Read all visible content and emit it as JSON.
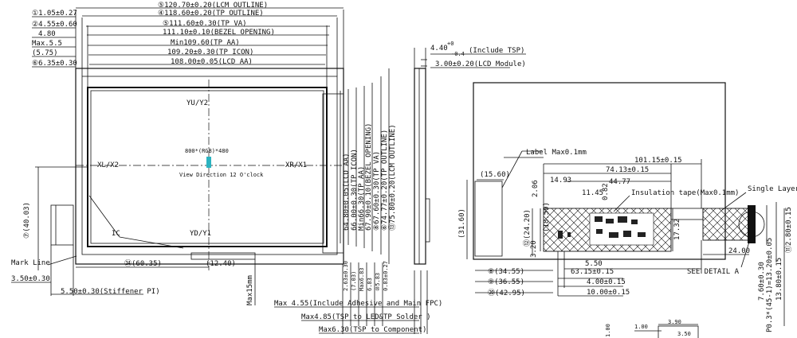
{
  "left_view": {
    "top_dims": [
      "①1.05±0.27",
      "②4.55±0.60",
      "4.80",
      "Max.5.5",
      "(5.75)",
      "⑥6.35±0.30"
    ],
    "top_widths": [
      "⑤120.70±0.20(LCM OUTLINE)",
      "④118.60±0.20(TP OUTLINE)",
      "⑤111.60±0.30(TP VA)",
      "111.10±0.10(BEZEL OPENING)",
      "Min109.60(TP AA)",
      "109.20±0.30(TP ICON)",
      "108.00±0.05(LCD AA)"
    ],
    "center": {
      "top": "YU/Y2",
      "bottom": "YD/Y1",
      "left": "XL/X2",
      "right": "XR/X1",
      "resolution": "800*(RGB)*480",
      "view": "View Direction 12 O'clock"
    },
    "labels": {
      "ic": "IC",
      "mark_line": "Mark Line",
      "dim_3_50": "3.50±0.30",
      "stiffener": "5.50±0.30(Stiffener PI)",
      "dim_60_35": "㉔(60.35)",
      "dim_12_40": "(12.40)",
      "max_15mm": "Max15mm",
      "dim_40_03": "⑦(40.03)"
    },
    "right_dims": [
      "64.80±0.05(LCD AA)",
      "66.00±0.30(TP ICON)",
      "Min66.30(TP AA)",
      "67.90±0.10(BEZEL OPENING)",
      "⑧67.60±0.30(TP VA)",
      "⑥74.77±0.20(TP OUTLINE)",
      "⑬75.80±0.20(LCM OUTLINE)"
    ],
    "bottom_small_dims": [
      "2.63±0.30",
      "(7.03)",
      "Max6.83",
      "6.83",
      "⑩5.83",
      "0.83±0.27"
    ],
    "bottom_notes": [
      "Max 4.55(Include Adhesive and Main FPC)",
      "Max4.85(TSP to LED&TP Solder )",
      "Max6.30(TSP to Component)"
    ]
  },
  "side_view": {
    "dim_a": "4.40",
    "dim_a_tol_up": "+0",
    "dim_a_tol_down": "-0.4",
    "dim_a_note": "(Include TSP)",
    "dim_b": "3.00±0.20(LCD Module)"
  },
  "right_view": {
    "label_note": "Label Max0.1mm",
    "insulation": "Insulation tape(Max0.1mm)",
    "single_layer": "Single Layer",
    "see_detail": "SEE DETAIL A",
    "dims": {
      "d101": "101.15±0.15",
      "d74": "74.13±0.15",
      "d14": "14.93",
      "d44": "44.77",
      "d2_06": "2.06",
      "d11_45": "11.45",
      "d0_82": "0.82",
      "d15_60": "(15.60)",
      "d31_60": "(31.60)",
      "d24_20": "⑫(24.20)",
      "d18_59": "(18.59)",
      "d3_20": "3.20",
      "d5_50": "5.50",
      "d63_15": "63.15±0.15",
      "d4_00": "4.00±0.15",
      "d10_00": "10.00±0.15",
      "d34_55": "⑧(34.55)",
      "d36_55": "⑨(36.55)",
      "d42_95": "⑳(42.95)",
      "d17_32": "17.32",
      "d24_00": "24.00",
      "d2_80": "⑪2.80±0.15",
      "d13_80": "13.80±0.15",
      "d12_20": "P0.3*(45-1)=13.20±0.05",
      "d7_60": "7.60±0.30"
    },
    "bottom_crop": [
      "1.00",
      "1.00",
      "3.90",
      "3.50"
    ]
  }
}
